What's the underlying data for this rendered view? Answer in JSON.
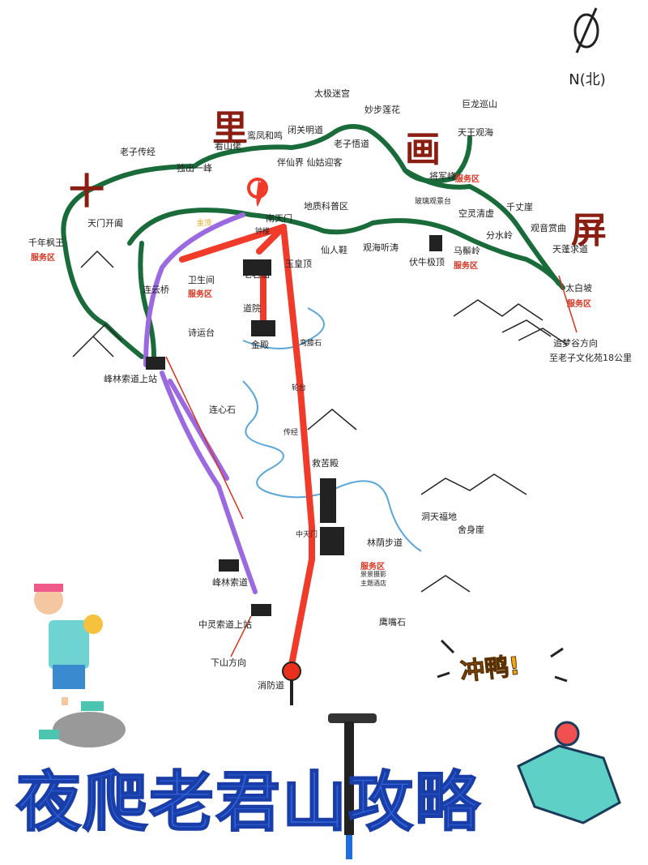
{
  "title": "夜爬老君山攻略",
  "north_label": "N(北)",
  "decor_chars": [
    "十",
    "里",
    "画",
    "屏"
  ],
  "sticker_text": "冲鸭!",
  "colors": {
    "trail": "#1a6b3a",
    "red_route": "#f03a2a",
    "purple_route": "#9b6ae0",
    "river": "#5aa7d8",
    "title": "#2f63e0"
  },
  "places": {
    "taiji": "太极迷宫",
    "miaobu": "妙步莲花",
    "julong": "巨龙巡山",
    "tianwang": "天王观海",
    "laozichuanjing": "老子传经",
    "kanshanlao": "看山佬",
    "luanfeng": "鸾凤和鸣",
    "biguan": "闭关明道",
    "laoziwudao": "老子悟道",
    "duchuyifeng": "独出一峰",
    "banxianjie": "伴仙界 仙姑迎客",
    "jiangjunfeng": "将军峰",
    "boliguanjing": "玻璃观景台",
    "konglingqingxu": "空灵清虚",
    "qianzhangya": "千丈崖",
    "guanyinshangqu": "观音赏曲",
    "tianmenkaiche": "天门开阖",
    "qiannianfengwang": "千年枫王",
    "dizhikepu": "地质科普区",
    "nantianmen": "南天门",
    "xianrenxie": "仙人鞋",
    "guanhaitingtao": "观海听涛",
    "funiuji": "伏牛极顶",
    "malingling": "马鬃岭",
    "fenshuiling": "分水岭",
    "tianpeng": "天蓬求道",
    "zhonglou": "钟楼",
    "yuhuangding": "玉皇顶",
    "laojunmiao": "老君庙",
    "weishengjian": "卫生间",
    "jindian": "金殿",
    "lianyunqiao": "连云桥",
    "shiyuntai": "诗运台",
    "fenglinsuodao_top": "峰林索道上站",
    "lianxinshi": "连心石",
    "qixiashi": "弯膝石",
    "jiukudian": "救苦殿",
    "dongtianfudi": "洞天福地",
    "shesheya": "舍身崖",
    "zhongtianmen": "中天门",
    "linyinbudao": "林荫步道",
    "fenglinsuodao": "峰林索道",
    "jingjingshepying": "景景摄影",
    "zhutijiudian": "主题酒店",
    "zhonglingsuodao": "中灵索道上站",
    "yingzuishi": "鹰嘴石",
    "xiashanfangxiang": "下山方向",
    "xiaofangdao": "消防道",
    "taibaipo": "太白坡",
    "zhuimenggu": "追梦谷方向",
    "laoziwenhua": "至老子文化苑18公里",
    "jinding": "金顶",
    "yuanzhang": "道院",
    "chuanjing": "传经",
    "luntai": "轮台"
  },
  "service_label": "服务区"
}
